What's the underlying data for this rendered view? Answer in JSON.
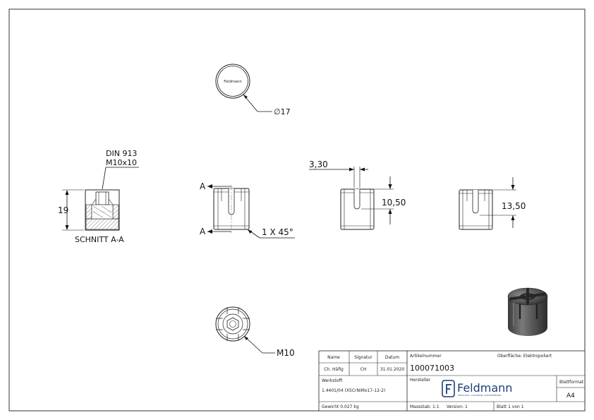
{
  "views": {
    "diameter_label": "∅17",
    "tiny_label": "Feldmann",
    "din_label": "DIN 913",
    "screw_label": "M10x10",
    "height_label": "19",
    "section_title": "SCHNITT A-A",
    "section_marker": "A",
    "chamfer_label": "1 X 45°",
    "slot_width_label": "3,30",
    "slot_depth_label": "10,50",
    "slot_depth2_label": "13,50",
    "thread_label": "M10"
  },
  "title_block": {
    "name_header": "Name",
    "signature_header": "Signatur",
    "date_header": "Datum",
    "name_value": "Ch. Häfig",
    "signature_value": "CH",
    "date_value": "31.01.2020",
    "material_header": "Werkstoff:",
    "material_value": "1.4401/04 (X5CrNiMo17-12-2)",
    "weight": "Gewicht 0.027 kg",
    "article_header": "Artikelnummer",
    "article_number": "100071003",
    "surface": "Oberfläche: Elektropoliert",
    "manufacturer_header": "Hersteller",
    "logo_text": "Feldmann",
    "logo_tagline": "EDELSTAHL, ALUMINIUM, SCHMIEDEEISEN",
    "scale": "Massstab: 1:1",
    "version": "Version: 1",
    "sheet": "Blatt 1 von 1",
    "format_header": "Blattformat",
    "format_value": "A4"
  },
  "colors": {
    "line": "#222222",
    "part_fill": "#ffffff",
    "hatch": "#555555",
    "logo": "#1d3f78",
    "render_dark": "#3d3d3d",
    "render_mid": "#6b6b6b",
    "render_light": "#a0a0a0"
  }
}
